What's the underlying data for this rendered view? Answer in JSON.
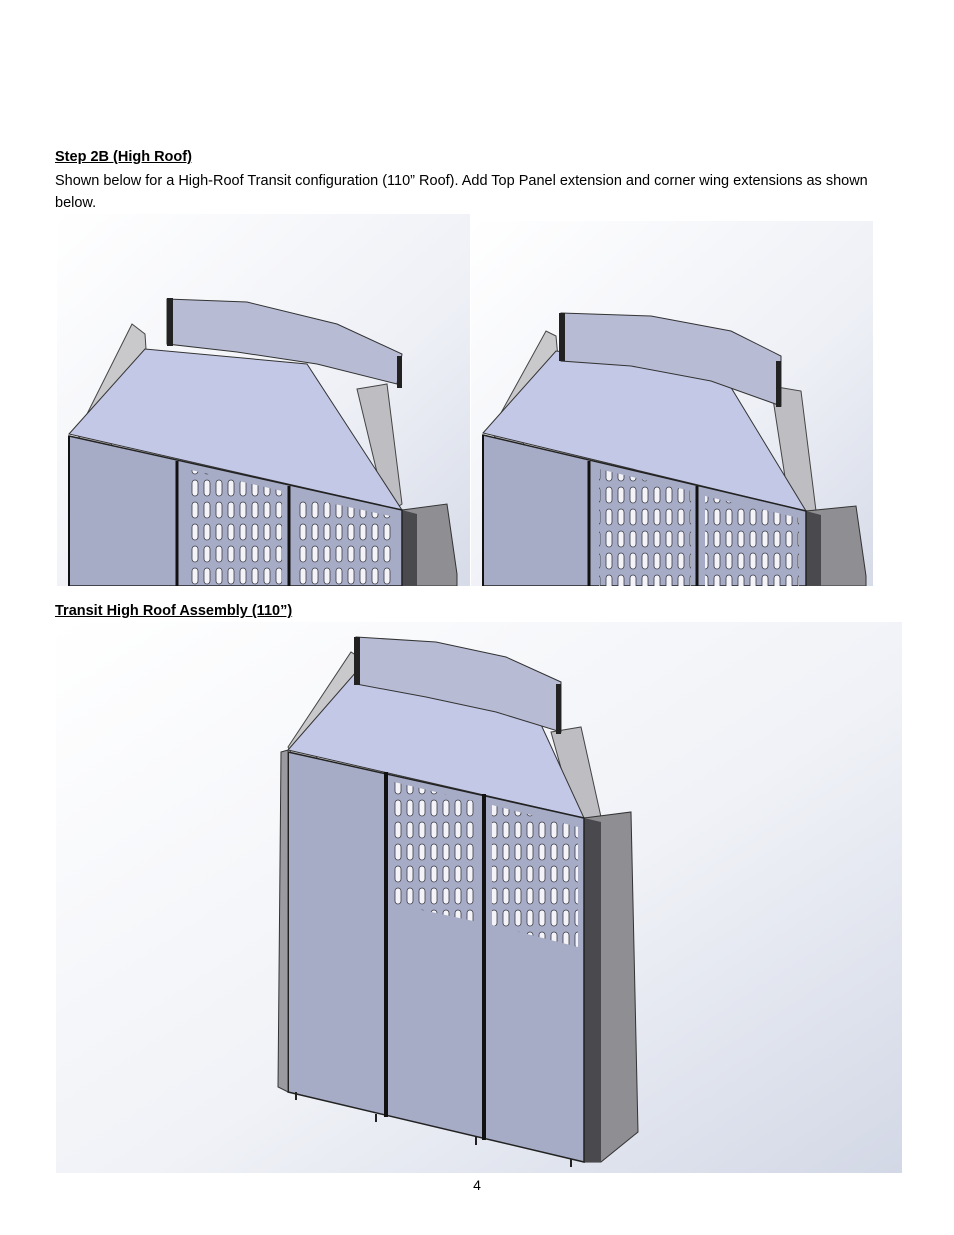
{
  "step_heading": "Step 2B (High Roof)",
  "step_description": "Shown below for a High-Roof Transit configuration (110” Roof). Add Top Panel extension and corner wing extensions as shown below.",
  "assembly_heading": "Transit High Roof Assembly (110”)",
  "page_number": "4"
}
